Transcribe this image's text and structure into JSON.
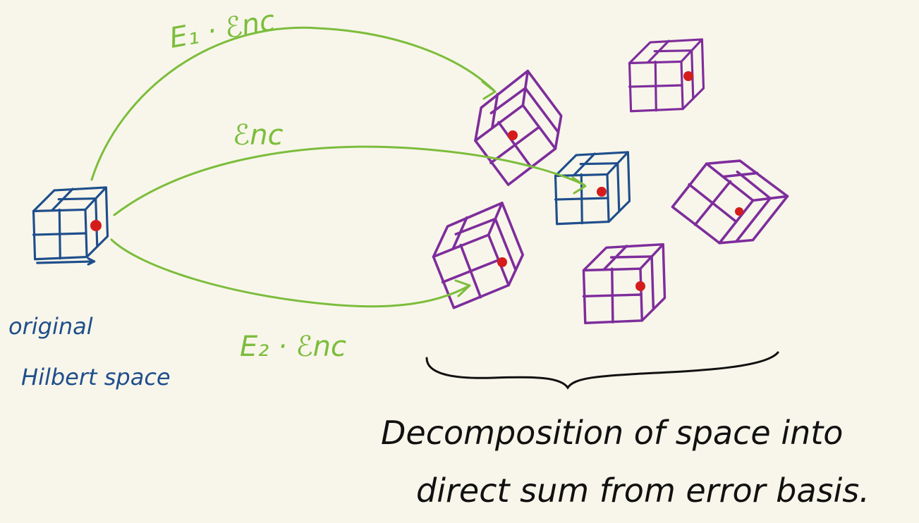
{
  "colors": {
    "background": "#f8f6ea",
    "original_space": "#1f4e8c",
    "error_subspace": "#7e2d9c",
    "arrow": "#7cbd3c",
    "point": "#d41c1c",
    "text": "#111111"
  },
  "labels": {
    "original_line1": "original",
    "original_line2": "Hilbert space",
    "arrow_top": "E₁ · ℰnc",
    "arrow_middle": "ℰnc",
    "arrow_bottom": "E₂ · ℰnc",
    "caption_line1": "Decomposition of space into",
    "caption_line2": "direct sum from error basis."
  }
}
